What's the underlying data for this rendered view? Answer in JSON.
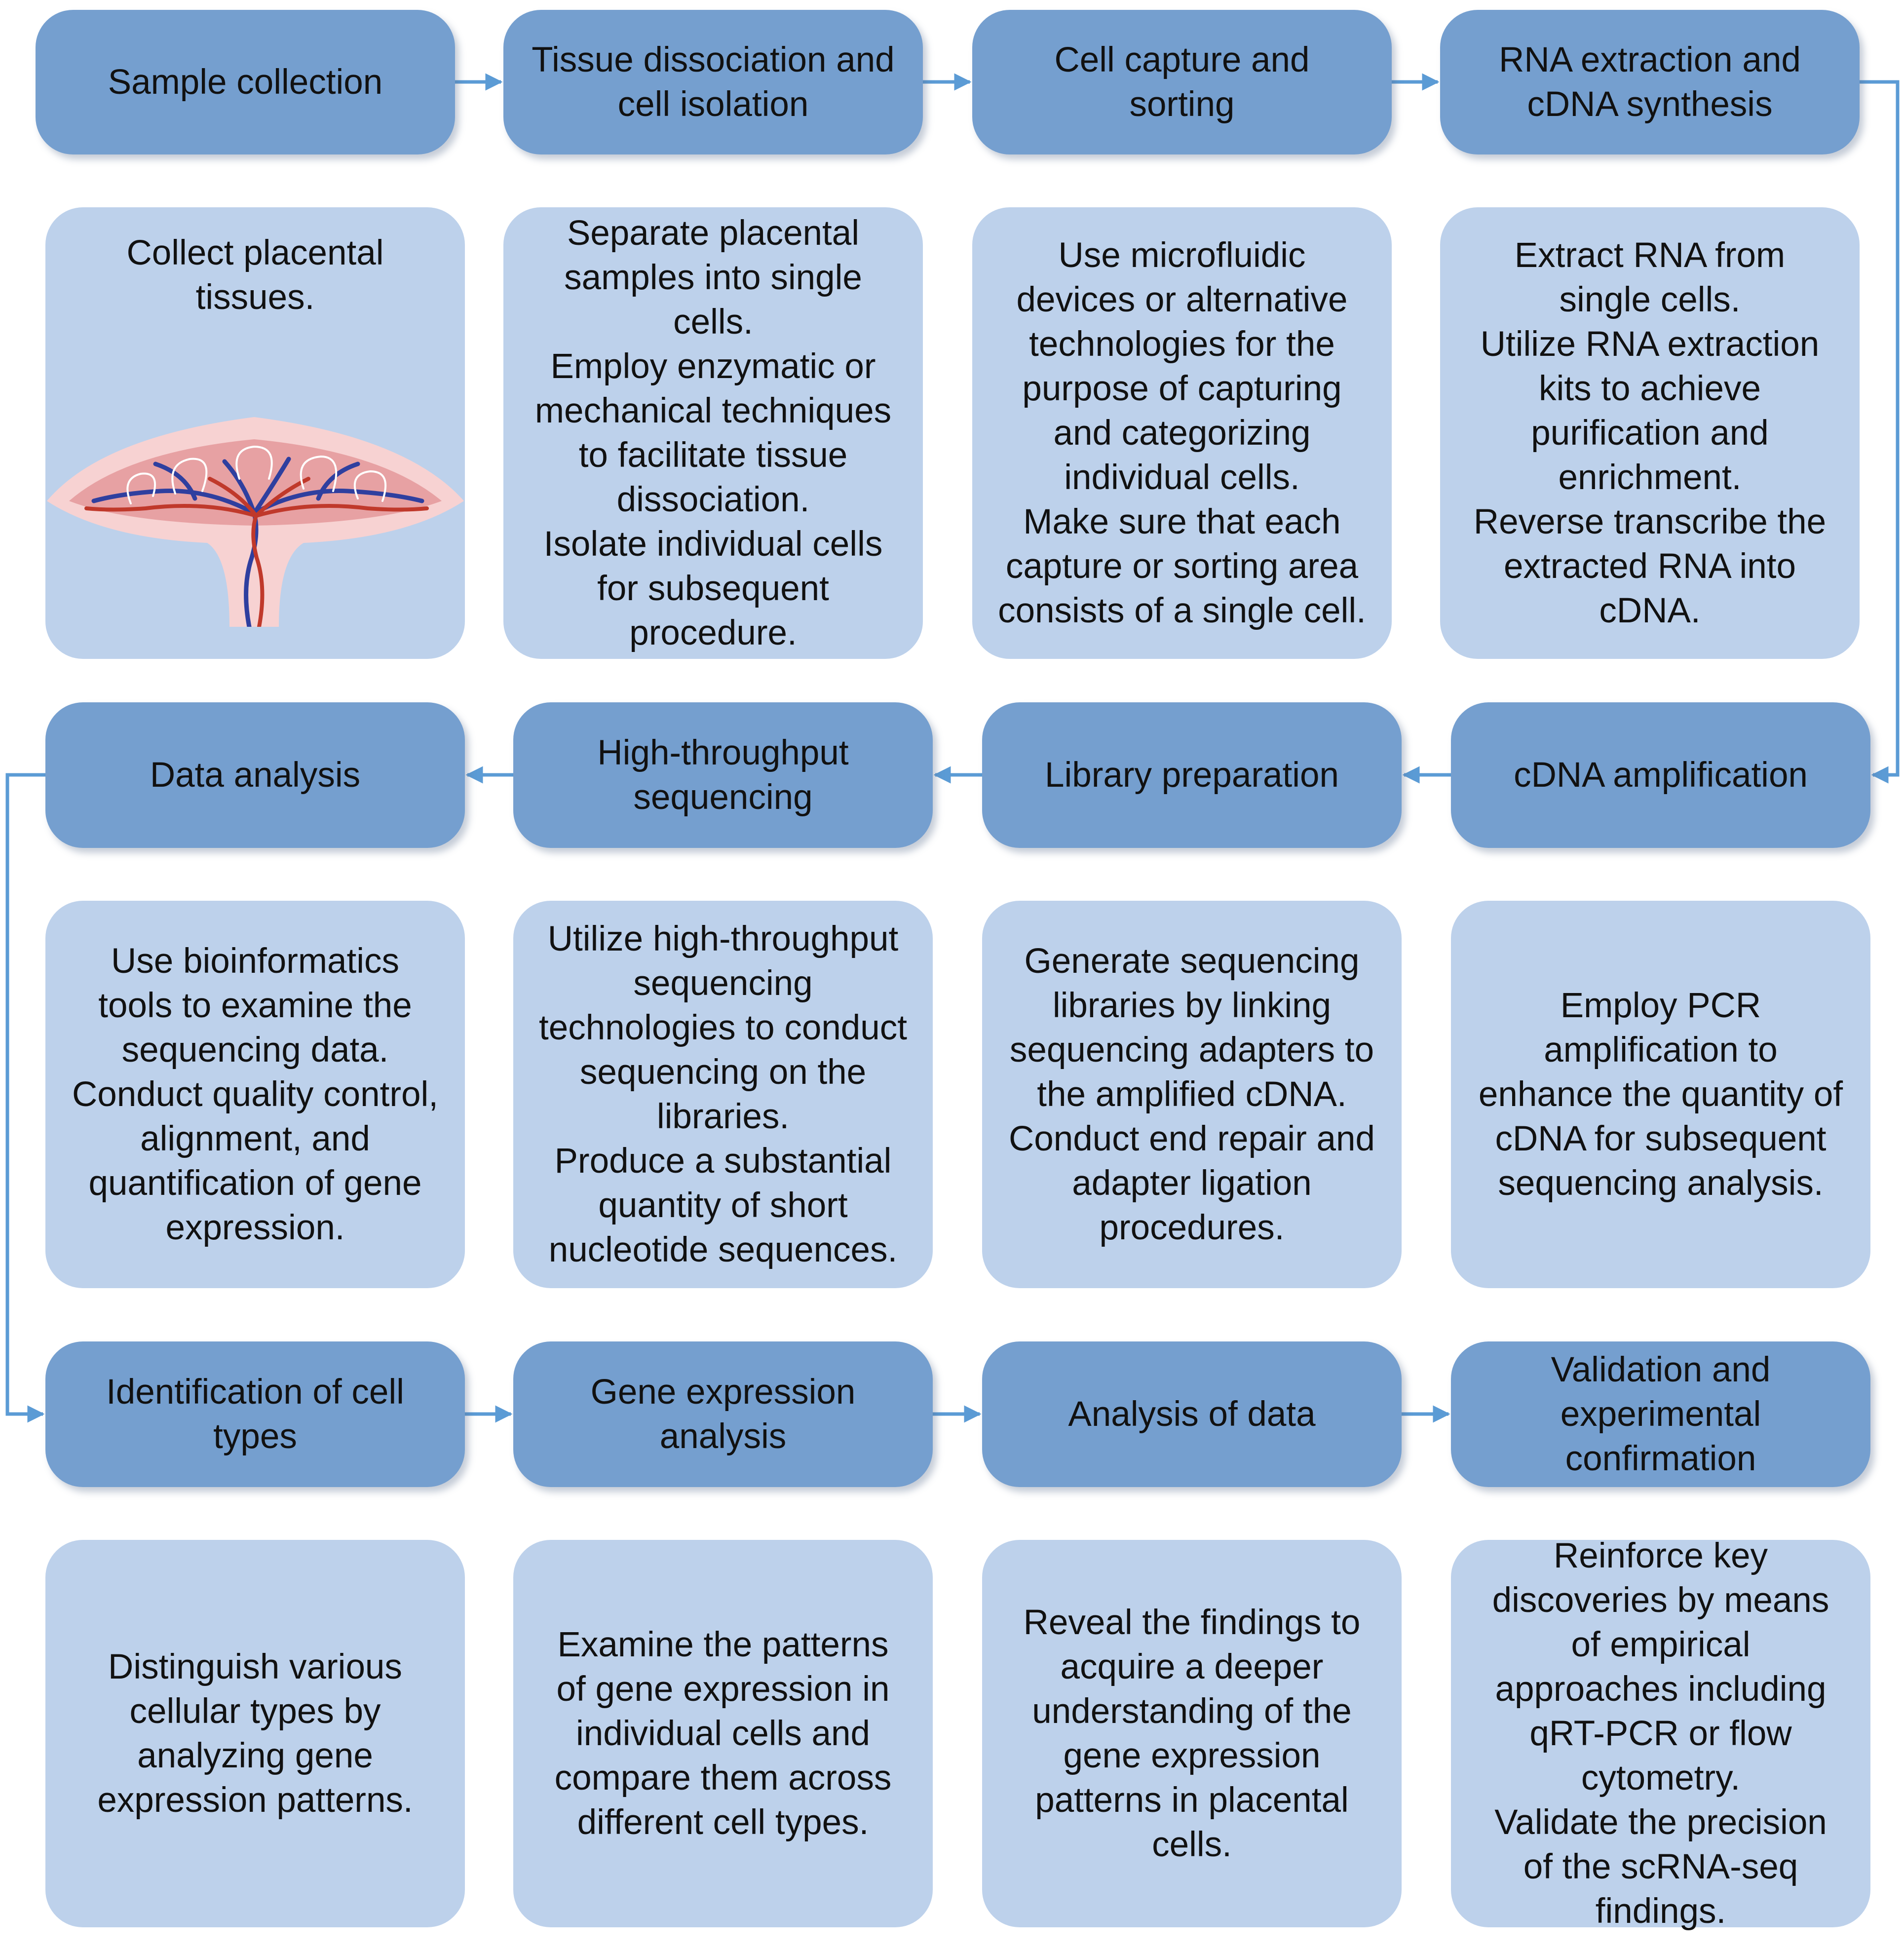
{
  "colors": {
    "step_fill": "#759fcf",
    "detail_fill": "#bdd1eb",
    "arrow": "#5b9bd5",
    "text": "#111111",
    "placenta_outer": "#f7d2d2",
    "placenta_inner": "#e7a1a3",
    "vein": "#2f3f9f",
    "artery": "#c0392b"
  },
  "steps": [
    {
      "title": "Sample collection",
      "detail": "Collect placental\ntissues."
    },
    {
      "title": "Tissue dissociation and\ncell isolation",
      "detail": "Separate placental\nsamples into single\ncells.\nEmploy enzymatic or\nmechanical techniques\nto facilitate tissue\ndissociation.\nIsolate individual cells\nfor subsequent\nprocedure."
    },
    {
      "title": "Cell capture and\nsorting",
      "detail": "Use microfluidic\ndevices or alternative\ntechnologies for the\npurpose of capturing\nand categorizing\nindividual cells.\nMake sure that each\ncapture or sorting area\nconsists of a single cell."
    },
    {
      "title": "RNA extraction and\ncDNA synthesis",
      "detail": "Extract RNA from\nsingle cells.\nUtilize RNA extraction\nkits to achieve\npurification and\nenrichment.\nReverse transcribe the\nextracted RNA into\ncDNA."
    },
    {
      "title": "cDNA amplification",
      "detail": "Employ PCR\namplification to\nenhance the quantity of\ncDNA for subsequent\nsequencing analysis."
    },
    {
      "title": "Library preparation",
      "detail": "Generate sequencing\nlibraries by linking\nsequencing adapters to\nthe amplified cDNA.\nConduct end repair and\nadapter ligation\nprocedures."
    },
    {
      "title": "High-throughput\nsequencing",
      "detail": "Utilize high-throughput\nsequencing\ntechnologies to conduct\nsequencing on the\nlibraries.\nProduce a substantial\nquantity of short\nnucleotide sequences."
    },
    {
      "title": "Data analysis",
      "detail": "Use bioinformatics\ntools to examine the\nsequencing data.\nConduct quality control,\nalignment, and\nquantification of gene\nexpression."
    },
    {
      "title": "Identification of cell\ntypes",
      "detail": "Distinguish various\ncellular types by\nanalyzing gene\nexpression patterns."
    },
    {
      "title": "Gene expression\nanalysis",
      "detail": "Examine the patterns\nof gene expression in\nindividual cells and\ncompare them across\ndifferent cell types."
    },
    {
      "title": "Analysis of data",
      "detail": "Reveal the findings to\nacquire a deeper\nunderstanding of the\ngene expression\npatterns in placental\ncells."
    },
    {
      "title": "Validation and\nexperimental\nconfirmation",
      "detail": "Reinforce key\ndiscoveries by means\nof empirical\napproaches including\nqRT-PCR or flow\ncytometry.\nValidate the precision\nof the scRNA-seq\nfindings."
    }
  ]
}
